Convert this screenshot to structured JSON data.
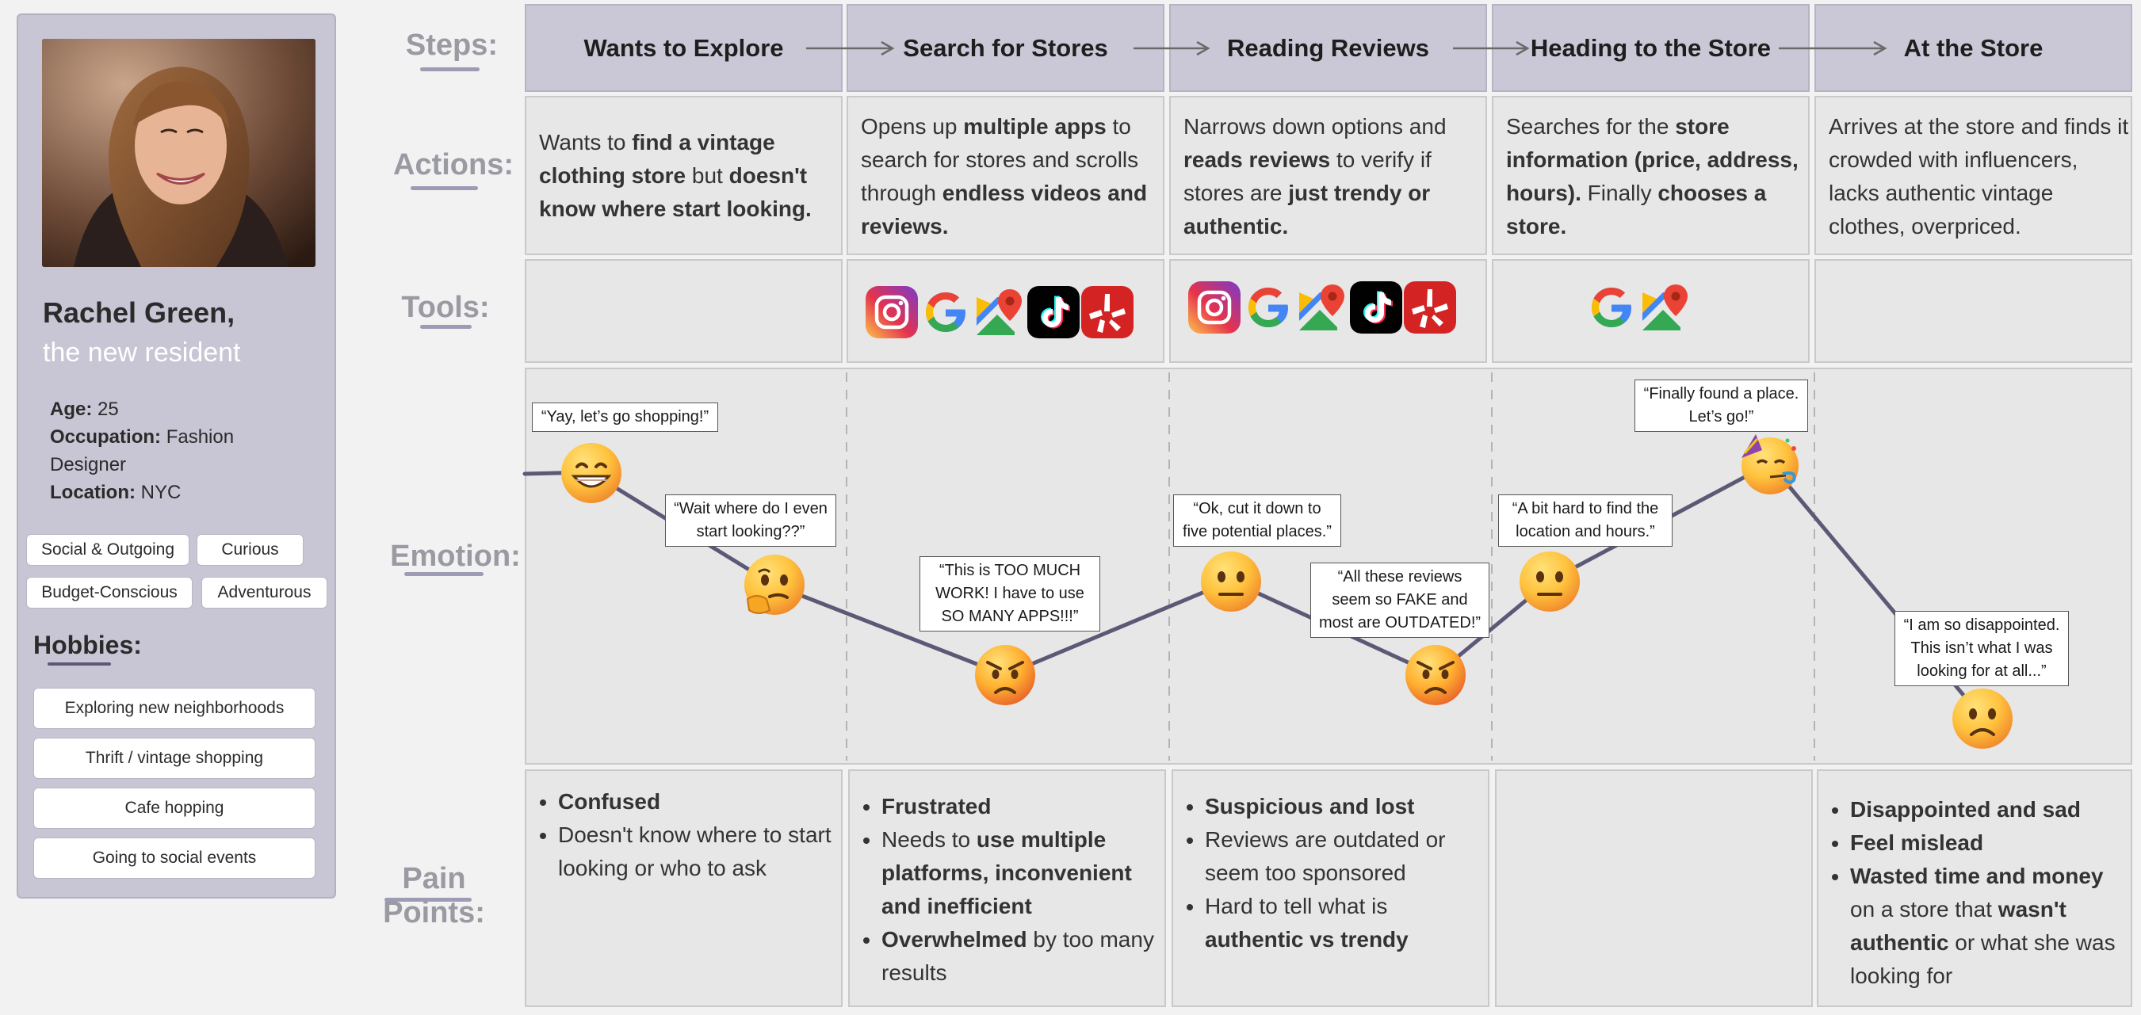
{
  "persona": {
    "name": "Rachel Green,",
    "subtitle": "the new resident",
    "age_label": "Age:",
    "age": "25",
    "occupation_label": "Occupation:",
    "occupation": "Fashion Designer",
    "location_label": "Location:",
    "location": "NYC",
    "traits": [
      "Social & Outgoing",
      "Curious",
      "Budget-Conscious",
      "Adventurous"
    ],
    "hobbies_title": "Hobbies:",
    "hobbies": [
      "Exploring new neighborhoods",
      "Thrift / vintage shopping",
      "Cafe hopping",
      "Going to social events"
    ]
  },
  "labels": {
    "steps": "Steps:",
    "actions": "Actions:",
    "tools": "Tools:",
    "emotion": "Emotion:",
    "pain_points": "Pain Points:"
  },
  "steps": [
    "Wants to Explore",
    "Search for Stores",
    "Reading Reviews",
    "Heading to the Store",
    "At the Store"
  ],
  "actions": {
    "a0": {
      "t1": "Wants to ",
      "b1": "find a vintage clothing store",
      "t2": " but ",
      "b2": "doesn't know where start looking."
    },
    "a1": {
      "t1": "Opens up ",
      "b1": "multiple apps",
      "t2": " to search for stores and scrolls through ",
      "b2": "endless videos and reviews."
    },
    "a2": {
      "t1": "Narrows down options and ",
      "b1": "reads reviews",
      "t2": " to verify if stores are ",
      "b2": "just trendy or authentic."
    },
    "a3": {
      "t1": "Searches for the ",
      "b1": "store information (price, address, hours).",
      "t2": " Finally ",
      "b2": "chooses a store."
    },
    "a4": {
      "t1": "Arrives at the store and finds it crowded with influencers, lacks authentic vintage clothes, overpriced."
    }
  },
  "tools": {
    "s1": [
      "instagram-icon",
      "google-icon",
      "google-maps-icon",
      "tiktok-icon",
      "yelp-icon"
    ],
    "s2": [
      "instagram-icon",
      "google-icon",
      "google-maps-icon",
      "tiktok-icon",
      "yelp-icon"
    ],
    "s3": [
      "google-icon",
      "google-maps-icon"
    ]
  },
  "emotion": {
    "quotes": {
      "q1": "“Yay, let’s go shopping!”",
      "q2": "“Wait where do I even start looking??”",
      "q3": "“This is TOO MUCH WORK! I have to use SO MANY APPS!!!”",
      "q4": "“Ok, cut it down to five potential places.”",
      "q5": "“All these reviews seem so FAKE and most are OUTDATED!”",
      "q6": "“A bit hard to find the location and hours.”",
      "q7": "“Finally found a place. Let’s go!”",
      "q8": "“I am so disappointed. This isn’t what I was looking for at all...”"
    },
    "faces": [
      "grinning-face",
      "thinking-face",
      "angry-face",
      "neutral-face",
      "angry-face",
      "neutral-face",
      "partying-face",
      "frowning-face"
    ],
    "colors": {
      "line": "#5c5977",
      "face": "#ffc23d"
    }
  },
  "pain_points": {
    "p0": {
      "b1": "Confused",
      "t2": "Doesn't know where to start looking or who to ask"
    },
    "p1": {
      "b1": "Frustrated",
      "t2a": "Needs to ",
      "b2": "use multiple platforms, inconvenient and inefficient",
      "b3": "Overwhelmed",
      "t3": " by too many results"
    },
    "p2": {
      "b1": "Suspicious and lost",
      "t2": "Reviews are outdated or seem too sponsored",
      "t3": "Hard to tell what is ",
      "b3": "authentic vs trendy"
    },
    "p4": {
      "b1": "Disappointed and sad",
      "b2": "Feel mislead",
      "b3": "Wasted time and money",
      "t3": " on a store that ",
      "b4": "wasn't authentic",
      "t4": " or what she was looking for"
    }
  }
}
